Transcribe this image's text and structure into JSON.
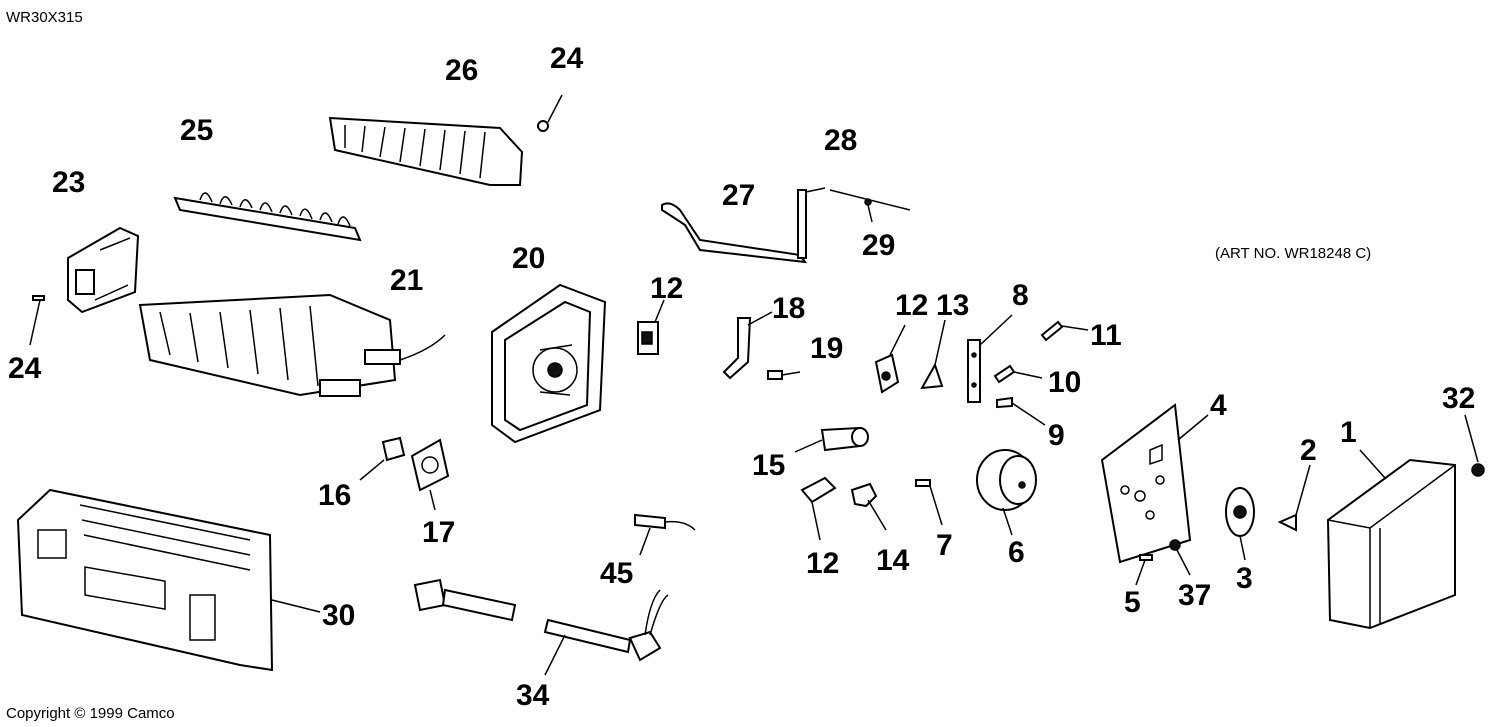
{
  "header": {
    "model_number": "WR30X315"
  },
  "art_number": "(ART NO. WR18248 C)",
  "footer": {
    "copyright": "Copyright © 1999 Camco"
  },
  "callouts": {
    "c26": "26",
    "c24a": "24",
    "c25": "25",
    "c23": "23",
    "c24b": "24",
    "c21": "21",
    "c20": "20",
    "c27": "27",
    "c28": "28",
    "c29": "29",
    "c12a": "12",
    "c18": "18",
    "c19": "19",
    "c12b": "12",
    "c13": "13",
    "c8": "8",
    "c11": "11",
    "c10": "10",
    "c9": "9",
    "c4": "4",
    "c32": "32",
    "c1": "1",
    "c2": "2",
    "c15": "15",
    "c16": "16",
    "c17": "17",
    "c12c": "12",
    "c14": "14",
    "c7": "7",
    "c6": "6",
    "c5": "5",
    "c37": "37",
    "c3": "3",
    "c30": "30",
    "c45": "45",
    "c34": "34"
  }
}
